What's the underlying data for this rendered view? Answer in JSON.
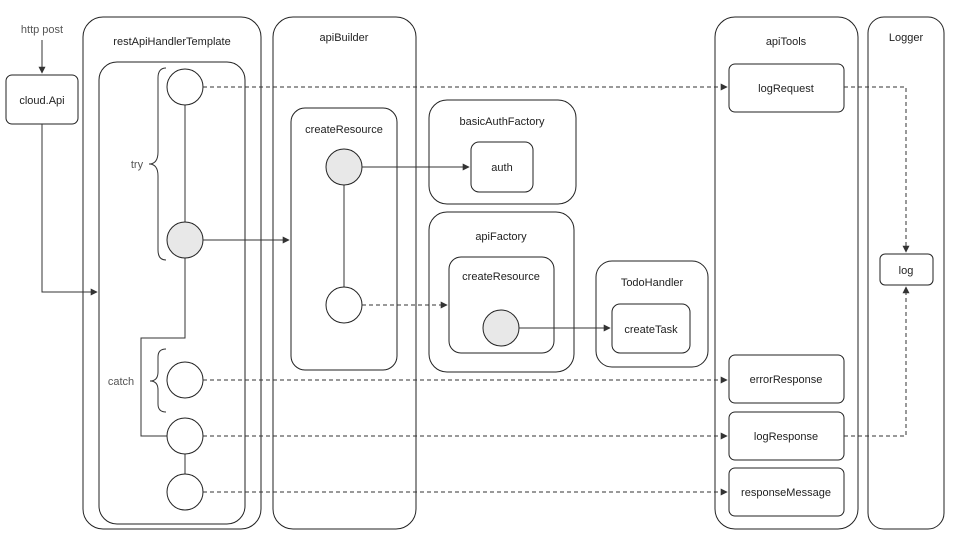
{
  "labels": {
    "http_post": "http post",
    "cloud_api": "cloud.Api",
    "rest_template": "restApiHandlerTemplate",
    "try": "try",
    "catch": "catch",
    "api_builder": "apiBuilder",
    "create_resource_builder": "createResource",
    "basic_auth_factory": "basicAuthFactory",
    "auth": "auth",
    "api_factory": "apiFactory",
    "create_resource_factory": "createResource",
    "todo_handler": "TodoHandler",
    "create_task": "createTask",
    "api_tools": "apiTools",
    "log_request": "logRequest",
    "error_response": "errorResponse",
    "log_response": "logResponse",
    "response_message": "responseMessage",
    "logger": "Logger",
    "log": "log"
  }
}
